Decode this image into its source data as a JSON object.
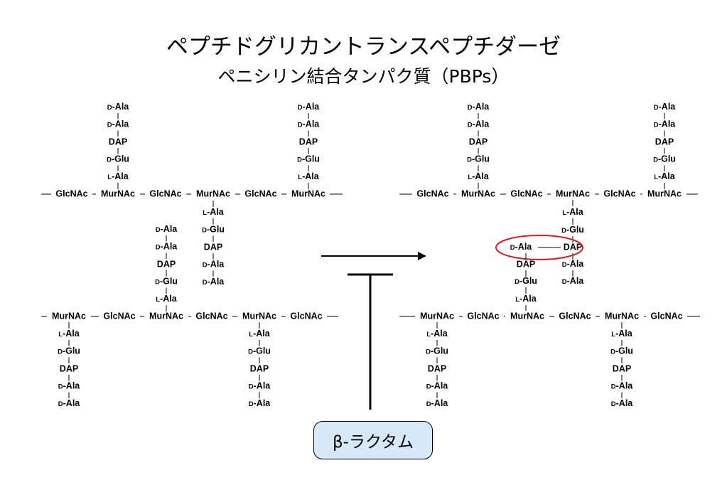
{
  "title": "ペプチドグリカントランスペプチダーゼ",
  "subtitle": "ペニシリン結合タンパク質（PBPs）",
  "inhibitor_label": "β-ラクタム",
  "labels": {
    "glcnac": "GlcNAc",
    "murnac": "MurNAc",
    "dap": "DAP",
    "d": "D",
    "l": "L",
    "ala": "-Ala",
    "glu": "-Glu"
  },
  "colors": {
    "highlight_ellipse": "#d92020",
    "inhibitor_fill": "#d6e9f8",
    "line": "#000000"
  }
}
